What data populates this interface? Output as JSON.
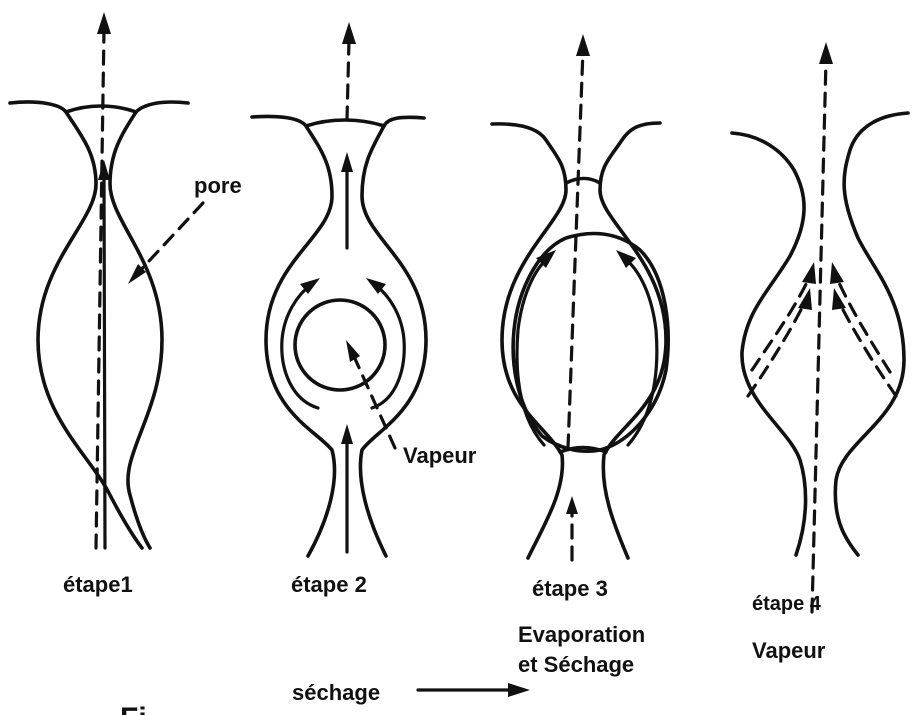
{
  "labels": {
    "pore": "pore",
    "vapeur_stage2": "Vapeur",
    "stage1": "étape1",
    "stage2": "étape 2",
    "stage3": "étape 3",
    "stage3_line1": "Evaporation",
    "stage3_line2": "et Séchage",
    "stage4": "étape 4",
    "stage4_vapeur": "Vapeur",
    "drying": "séchage",
    "figure_fragment": "Fi"
  }
}
